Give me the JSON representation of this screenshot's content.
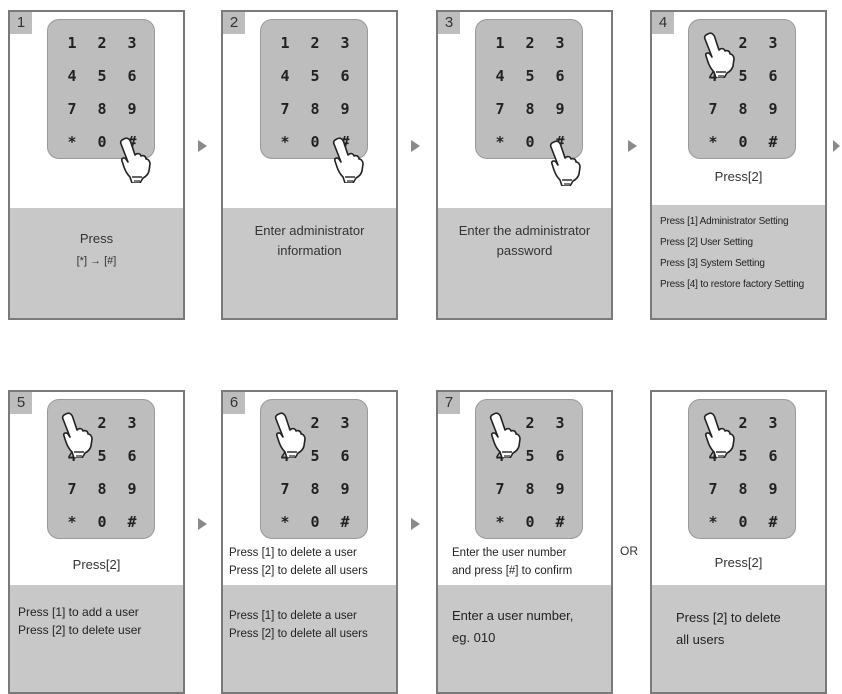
{
  "keypad": {
    "keys": [
      "1",
      "2",
      "3",
      "4",
      "5",
      "6",
      "7",
      "8",
      "9",
      "*",
      "0",
      "#"
    ]
  },
  "steps": [
    {
      "num": "1",
      "caption_lines": [
        "Press",
        "[*] → [#]"
      ]
    },
    {
      "num": "2",
      "caption_lines": [
        "Enter administrator",
        "information"
      ]
    },
    {
      "num": "3",
      "caption_lines": [
        "Enter the administrator",
        "password"
      ]
    },
    {
      "num": "4",
      "top_text": "Press[2]",
      "caption_lines": [
        "Press [1] Administrator Setting",
        "Press [2] User Setting",
        "Press [3] System Setting",
        "Press [4] to restore factory Setting"
      ]
    },
    {
      "num": "5",
      "top_text": "Press[2]",
      "caption_lines": [
        "Press [1] to add a user",
        "Press [2] to delete user"
      ]
    },
    {
      "num": "6",
      "top_lines": [
        "Press [1] to delete a user",
        "Press [2] to delete all users"
      ],
      "caption_lines": [
        "Press [1] to delete a user",
        "Press [2] to delete all users"
      ]
    },
    {
      "num": "7",
      "top_lines": [
        "Enter the user number",
        "and press [#] to confirm"
      ],
      "caption_lines": [
        "Enter a user number,",
        "eg. 010"
      ]
    },
    {
      "num": "",
      "top_text": "Press[2]",
      "caption_lines": [
        "Press [2] to delete",
        "all users"
      ]
    }
  ],
  "or_label": "OR"
}
